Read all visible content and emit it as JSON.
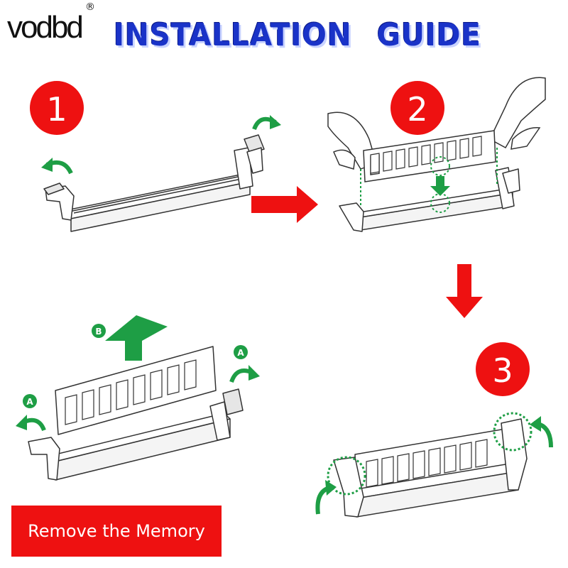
{
  "brand": {
    "name": "VODBD",
    "registered": "®"
  },
  "title": "INSTALLATION GUIDE",
  "steps": [
    {
      "number": "1"
    },
    {
      "number": "2"
    },
    {
      "number": "3"
    }
  ],
  "removal": {
    "label": "Remove the Memory",
    "marker_a": "A",
    "marker_b": "B"
  },
  "colors": {
    "title_blue": "#1a33c8",
    "step_red": "#ee1111",
    "arrow_red": "#ee1111",
    "green": "#1e9e45",
    "outline": "#333333"
  }
}
